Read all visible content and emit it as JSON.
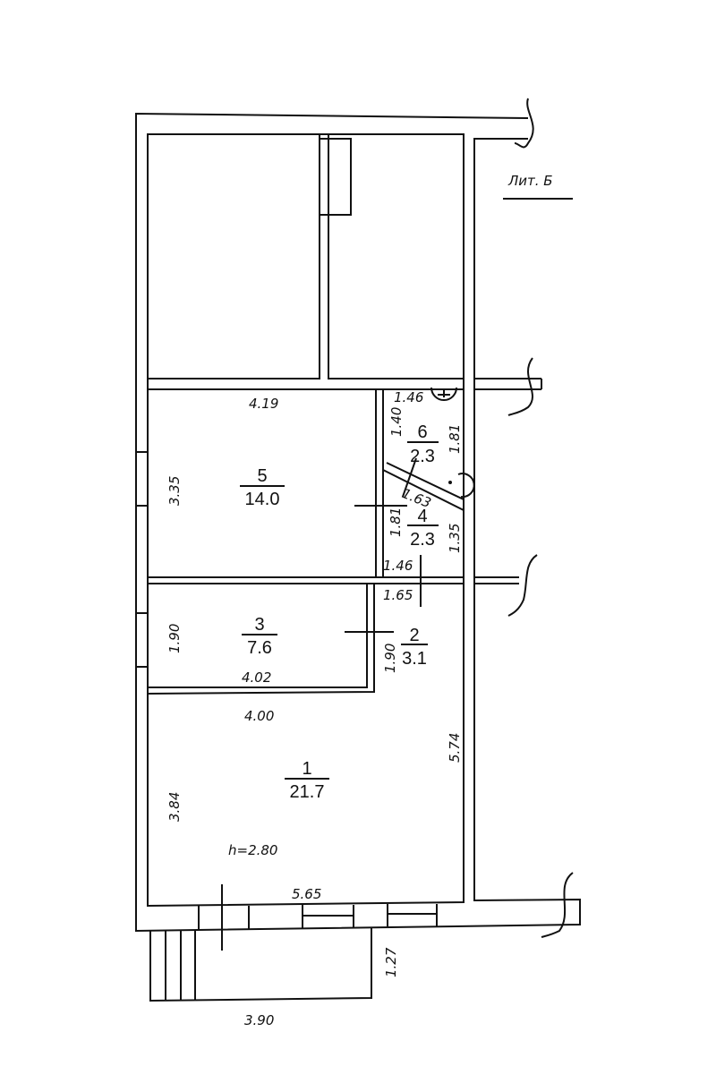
{
  "label": "Лит. Б",
  "height_note": "h=2.80",
  "rooms": [
    {
      "number": "1",
      "area": "21.7"
    },
    {
      "number": "2",
      "area": "3.1"
    },
    {
      "number": "3",
      "area": "7.6"
    },
    {
      "number": "4",
      "area": "2.3"
    },
    {
      "number": "5",
      "area": "14.0"
    },
    {
      "number": "6",
      "area": "2.3"
    }
  ],
  "dimensions": {
    "r5_width": "4.19",
    "r5_height": "3.35",
    "r6_top": "1.46",
    "r6_left": "1.40",
    "r6_right": "1.81",
    "r4_diag": "1.63",
    "r4_left": "1.81",
    "r4_right": "1.35",
    "r4_bottom": "1.46",
    "r2_top": "1.65",
    "r2_left": "1.90",
    "r3_height": "1.90",
    "r3_width": "4.02",
    "r1_top": "4.00",
    "r1_left": "3.84",
    "r1_right": "5.74",
    "r1_bottom": "5.65",
    "porch_width": "3.90",
    "porch_depth": "1.27"
  }
}
